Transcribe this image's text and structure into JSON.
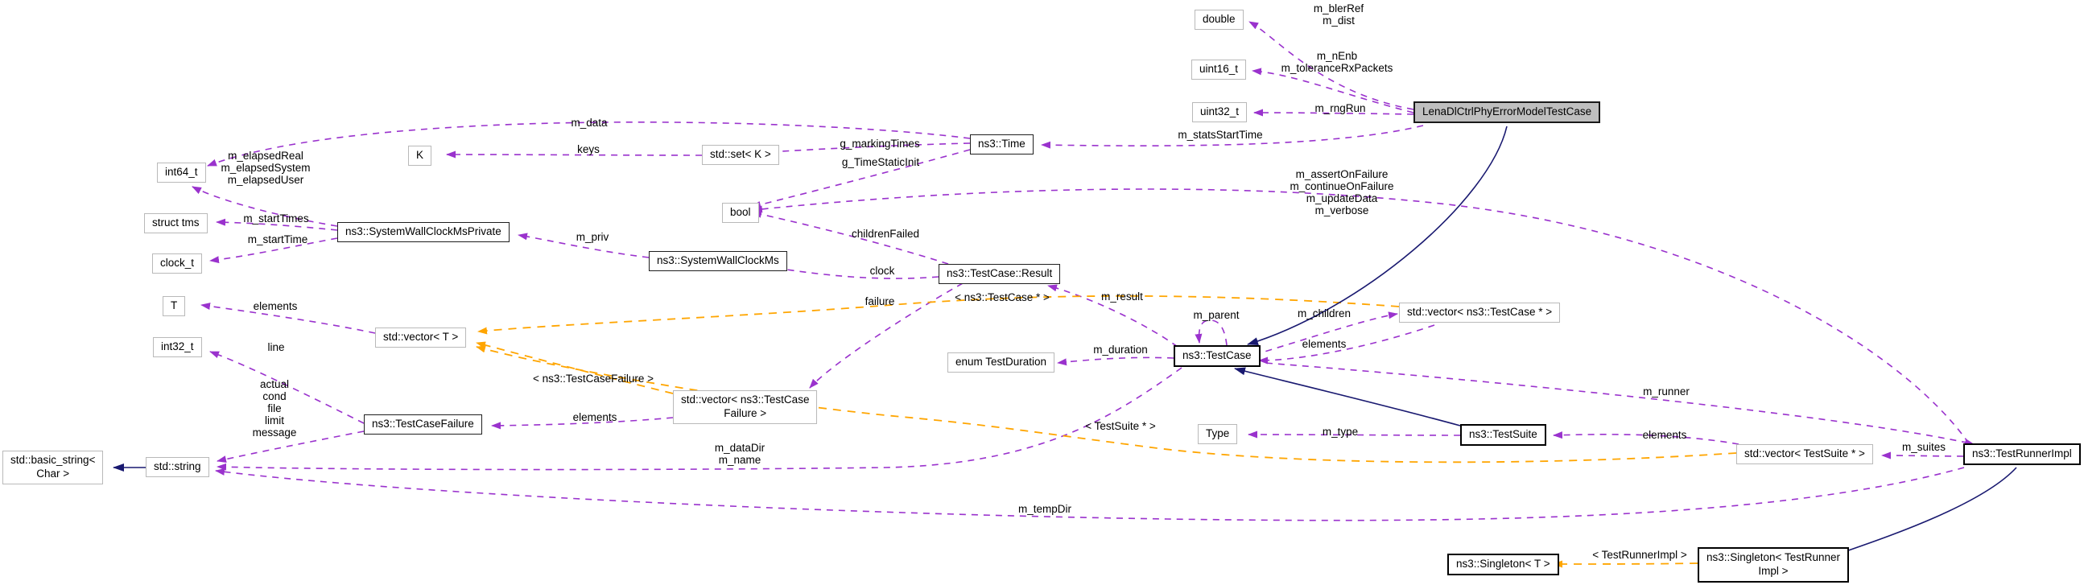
{
  "diagram": {
    "type": "collaboration-graph",
    "main_class": "LenaDlCtrlPhyErrorModelTestCase",
    "colors": {
      "member_edge": "#9a32cd",
      "template_edge": "#ffa500",
      "inheritance_edge": "#191970",
      "main_node_fill": "#bfbfbf",
      "plain_node_border": "#b9b9b9",
      "linked_node_border": "#1f1f1f"
    }
  },
  "nodes": {
    "n_double": {
      "label": "double"
    },
    "n_uint16": {
      "label": "uint16_t"
    },
    "n_uint32": {
      "label": "uint32_t"
    },
    "n_lena": {
      "label": "LenaDlCtrlPhyErrorModelTestCase"
    },
    "n_time": {
      "label": "ns3::Time"
    },
    "n_int64": {
      "label": "int64_t"
    },
    "n_k": {
      "label": "K"
    },
    "n_set_k": {
      "label": "std::set< K >"
    },
    "n_bool": {
      "label": "bool"
    },
    "n_struct_tms": {
      "label": "struct tms"
    },
    "n_clock_t": {
      "label": "clock_t"
    },
    "n_swcmp": {
      "label": "ns3::SystemWallClockMsPrivate"
    },
    "n_swcm": {
      "label": "ns3::SystemWallClockMs"
    },
    "n_result": {
      "label": "ns3::TestCase::Result"
    },
    "n_t": {
      "label": "T"
    },
    "n_int32": {
      "label": "int32_t"
    },
    "n_vector_t": {
      "label": "std::vector< T >"
    },
    "n_tcf": {
      "label": "ns3::TestCaseFailure"
    },
    "n_vector_tcf": {
      "label": "std::vector< ns3::TestCase\nFailure >"
    },
    "n_testcase": {
      "label": "ns3::TestCase"
    },
    "n_vector_tc": {
      "label": "std::vector< ns3::TestCase * >"
    },
    "n_duration": {
      "label": "enum TestDuration"
    },
    "n_type": {
      "label": "Type"
    },
    "n_testsuite": {
      "label": "ns3::TestSuite"
    },
    "n_vector_ts": {
      "label": "std::vector< TestSuite * >"
    },
    "n_tri": {
      "label": "ns3::TestRunnerImpl"
    },
    "n_basic_string": {
      "label": "std::basic_string<\nChar >"
    },
    "n_string": {
      "label": "std::string"
    },
    "n_singleton_t": {
      "label": "ns3::Singleton< T >"
    },
    "n_singleton_tri": {
      "label": "ns3::Singleton< TestRunner\nImpl >"
    }
  },
  "edge_labels": {
    "l_blerref": "m_blerRef\nm_dist",
    "l_nenb": "m_nEnb\nm_toleranceRxPackets",
    "l_rngrun": "m_rngRun",
    "l_statsstarttime": "m_statsStartTime",
    "l_data": "m_data",
    "l_gmarkingtimes": "g_markingTimes",
    "l_gtimestaticinit": "g_TimeStaticInit",
    "l_keys": "keys",
    "l_elapsed": "m_elapsedReal\nm_elapsedSystem\nm_elapsedUser",
    "l_assert": "m_assertOnFailure\nm_continueOnFailure\nm_updateData\nm_verbose",
    "l_childrenfailed": "childrenFailed",
    "l_starttimes": "m_startTimes",
    "l_starttime": "m_startTime",
    "l_priv": "m_priv",
    "l_clock": "clock",
    "l_failure": "failure",
    "l_tmpl_tc": "< ns3::TestCase * >",
    "l_result": "m_result",
    "l_elements_t": "elements",
    "l_line": "line",
    "l_tmpl_tcf": "< ns3::TestCaseFailure >",
    "l_elements_tcf": "elements",
    "l_actual": "actual\ncond\nfile\nlimit\nmessage",
    "l_parent": "m_parent",
    "l_children": "m_children",
    "l_elements_tc": "elements",
    "l_duration": "m_duration",
    "l_datadir": "m_dataDir\nm_name",
    "l_type": "m_type",
    "l_tmpl_ts": "< TestSuite * >",
    "l_runner": "m_runner",
    "l_elements_ts": "elements",
    "l_suites": "m_suites",
    "l_tempdir": "m_tempDir",
    "l_tmpl_tri": "< TestRunnerImpl >"
  }
}
